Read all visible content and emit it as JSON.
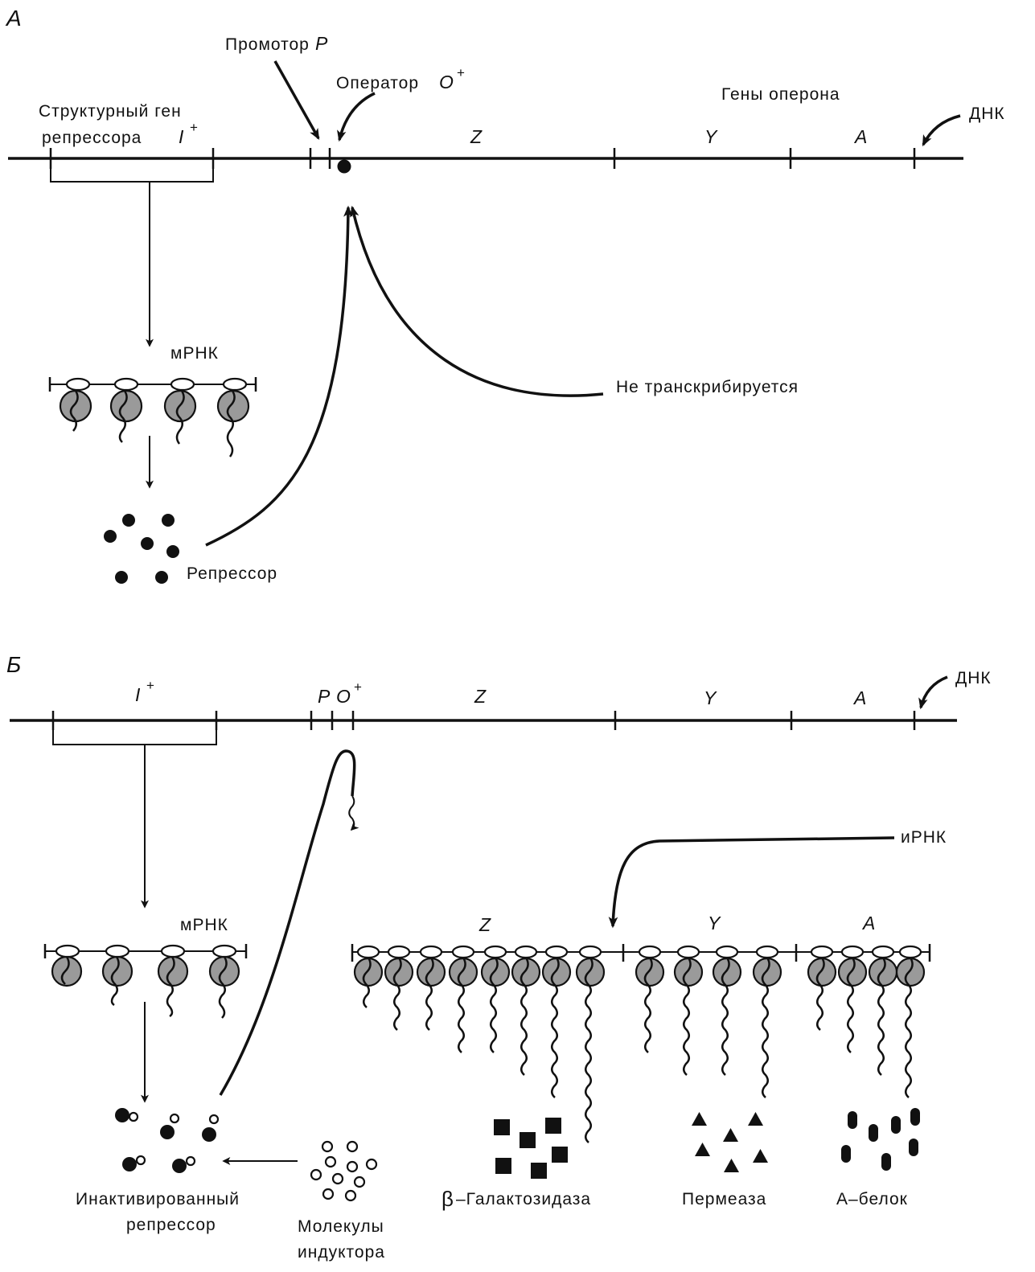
{
  "panel_a": {
    "label": "А",
    "promoter": "Промотор",
    "promoter_sym": "P",
    "operator": "Оператор",
    "operator_sym": "O",
    "operator_sup": "+",
    "structural_gene_line1": "Структурный ген",
    "structural_gene_line2": "репрессора",
    "gene_i": "I",
    "gene_i_sup": "+",
    "operon_genes": "Гены оперона",
    "dna": "ДНК",
    "gene_z": "Z",
    "gene_y": "Y",
    "gene_a": "A",
    "mrna": "мРНК",
    "not_transcribed": "Не транскрибируется",
    "repressor": "Репрессор"
  },
  "panel_b": {
    "label": "Б",
    "gene_i": "I",
    "gene_i_sup": "+",
    "p_sym": "P",
    "o_sym": "O",
    "o_sup": "+",
    "gene_z": "Z",
    "gene_y": "Y",
    "gene_a": "A",
    "dna": "ДНК",
    "irna": "иРНК",
    "mrna": "мРНК",
    "polysome_z": "Z",
    "polysome_y": "Y",
    "polysome_a": "A",
    "inactivated_line1": "Инактивированный",
    "inactivated_line2": "репрессор",
    "inducer_line1": "Молекулы",
    "inducer_line2": "индуктора",
    "beta": "β",
    "galactosidase": "–Галактозидаза",
    "permease": "Пермеаза",
    "a_protein": "А–белок"
  }
}
